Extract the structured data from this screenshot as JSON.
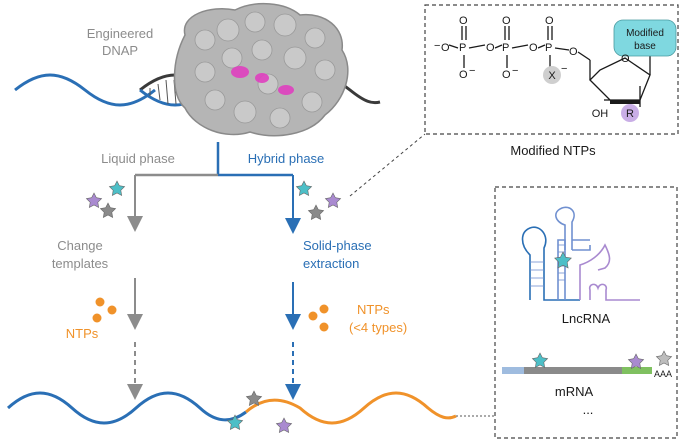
{
  "labels": {
    "enzyme": [
      "Engineered",
      "DNAP"
    ],
    "liquid_phase": "Liquid phase",
    "hybrid_phase": "Hybrid phase",
    "change_templates": [
      "Change",
      "templates"
    ],
    "solid_phase": [
      "Solid-phase",
      "extraction"
    ],
    "ntps_left": "NTPs",
    "ntps_right": [
      "NTPs",
      "(<4 types)"
    ],
    "modified_ntps": "Modified NTPs",
    "lncrna": "LncRNA",
    "mrna": "mRNA",
    "ellipsis": "...",
    "poly_a": "AAA"
  },
  "structure": {
    "base_box": [
      "Modified",
      "base"
    ],
    "x_atom": "X",
    "r_group": "R",
    "oh": "OH",
    "phosphorus": [
      "P",
      "P",
      "P"
    ],
    "oxygens": [
      "O",
      "O",
      "O"
    ],
    "charges": [
      "−",
      "−",
      "−",
      "−"
    ]
  },
  "colors": {
    "liquid": "#8c8c8c",
    "hybrid": "#2a6fb5",
    "ntp": "#f0922a",
    "star_cyan": "#4dbfc7",
    "star_purple": "#a98ad0",
    "star_gray": "#8a8a8a",
    "protein": "#b5b5b5",
    "highlight": "#e040c0",
    "base_box": "#7fd8e0"
  }
}
